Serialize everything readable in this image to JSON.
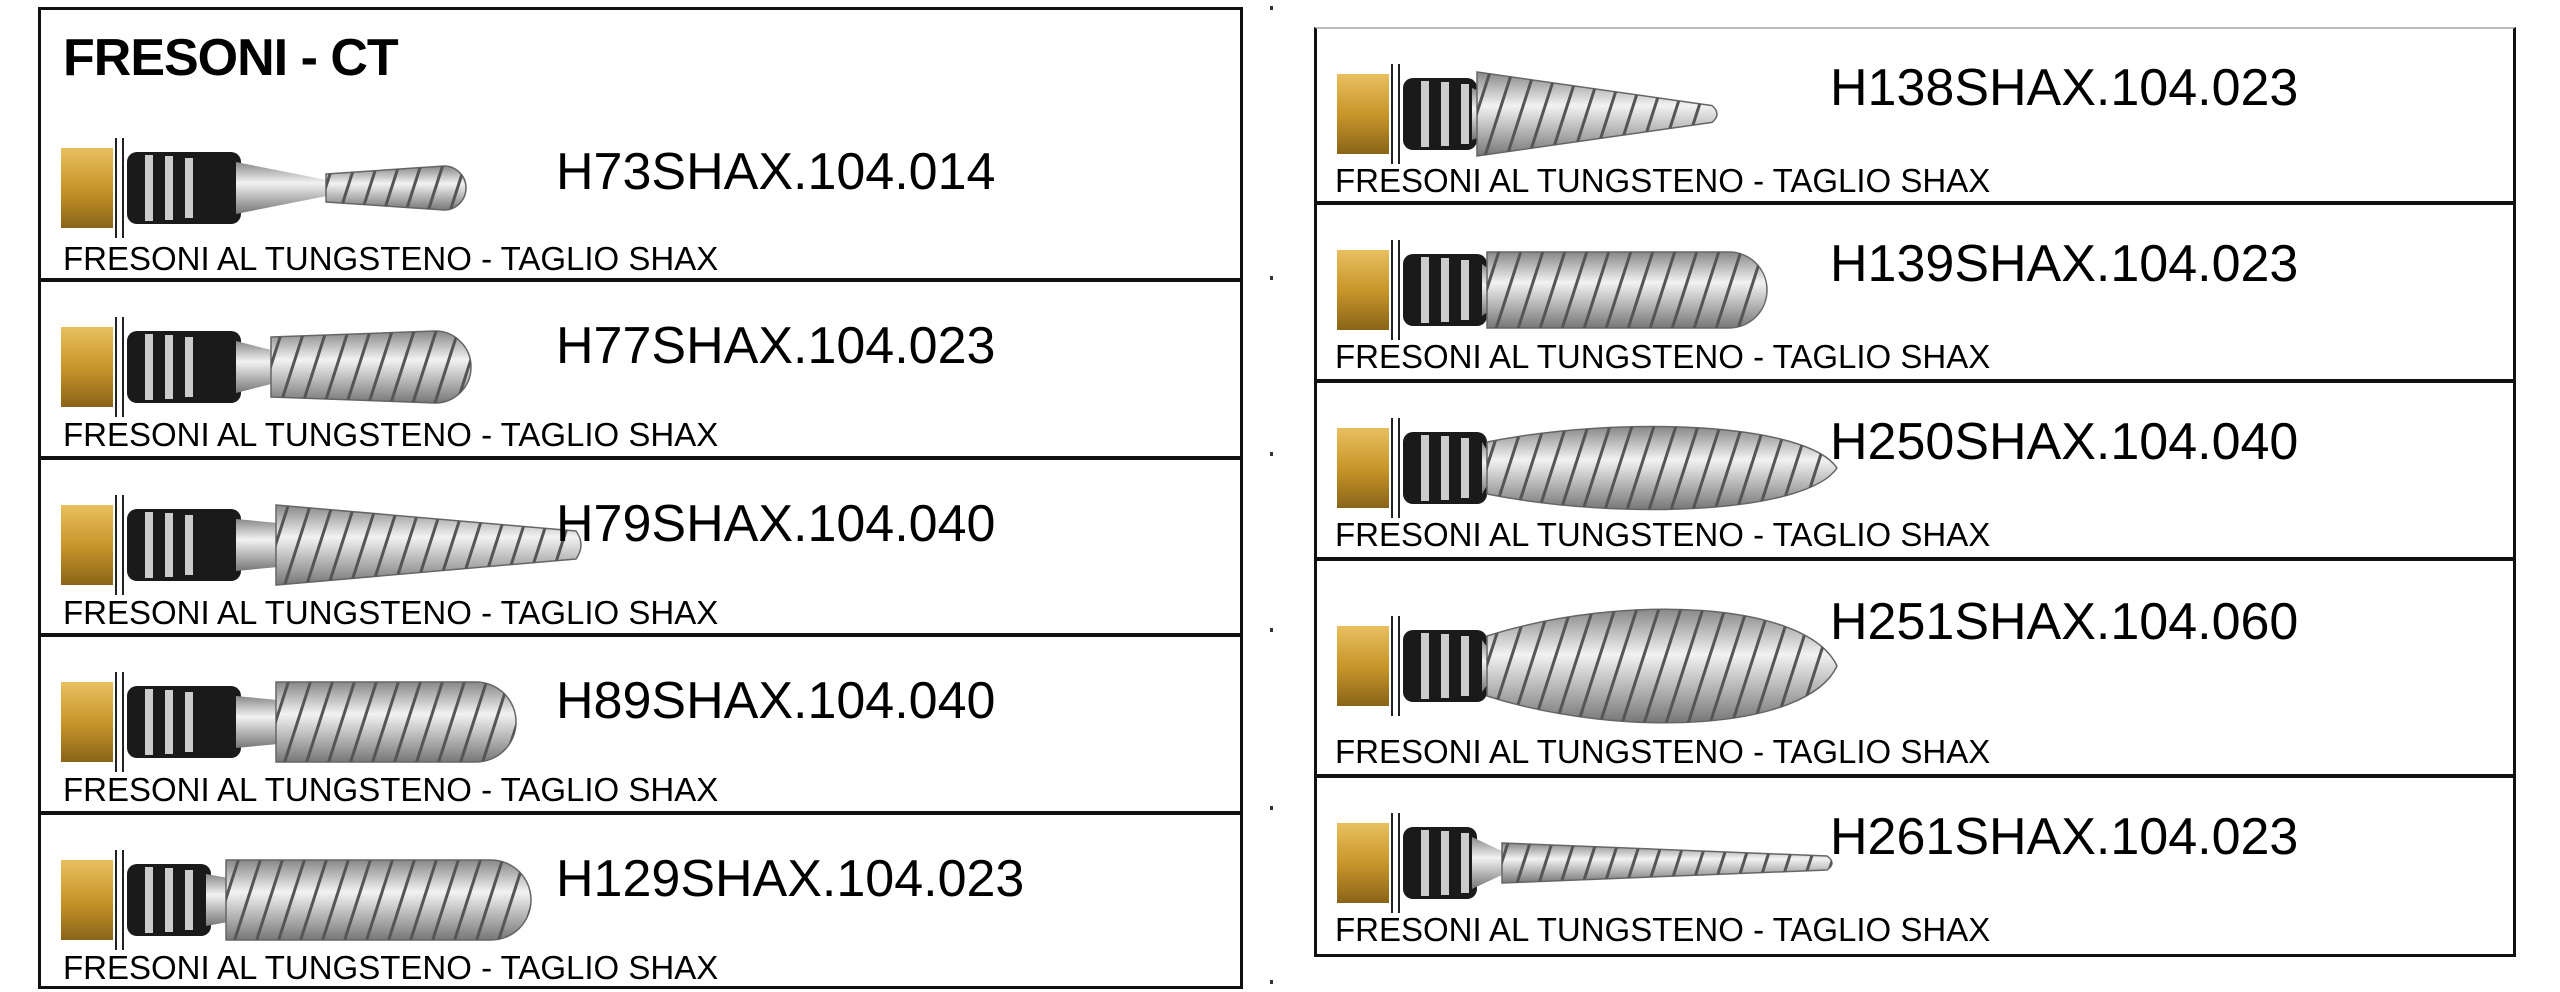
{
  "title": "FRESONI - CT",
  "left_items": [
    {
      "code": "H73SHAX.104.014",
      "caption": "FRESONI AL TUNGSTENO - TAGLIO SHAX"
    },
    {
      "code": "H77SHAX.104.023",
      "caption": "FRESONI AL TUNGSTENO - TAGLIO SHAX"
    },
    {
      "code": "H79SHAX.104.040",
      "caption": "FRESONI AL TUNGSTENO - TAGLIO SHAX"
    },
    {
      "code": "H89SHAX.104.040",
      "caption": "FRESONI AL TUNGSTENO - TAGLIO SHAX"
    },
    {
      "code": "H129SHAX.104.023",
      "caption": "FRESONI AL TUNGSTENO - TAGLIO SHAX"
    }
  ],
  "right_items": [
    {
      "code": "H138SHAX.104.023",
      "caption": "FRESONI AL TUNGSTENO - TAGLIO SHAX"
    },
    {
      "code": "H139SHAX.104.023",
      "caption": "FRESONI AL TUNGSTENO - TAGLIO SHAX"
    },
    {
      "code": "H250SHAX.104.040",
      "caption": "FRESONI AL TUNGSTENO - TAGLIO SHAX"
    },
    {
      "code": "H251SHAX.104.060",
      "caption": "FRESONI AL TUNGSTENO - TAGLIO SHAX"
    },
    {
      "code": "H261SHAX.104.023",
      "caption": "FRESONI AL TUNGSTENO - TAGLIO SHAX"
    }
  ],
  "colors": {
    "gold": "#c9962a",
    "silver": "#b8b8b8",
    "border": "#111111"
  }
}
